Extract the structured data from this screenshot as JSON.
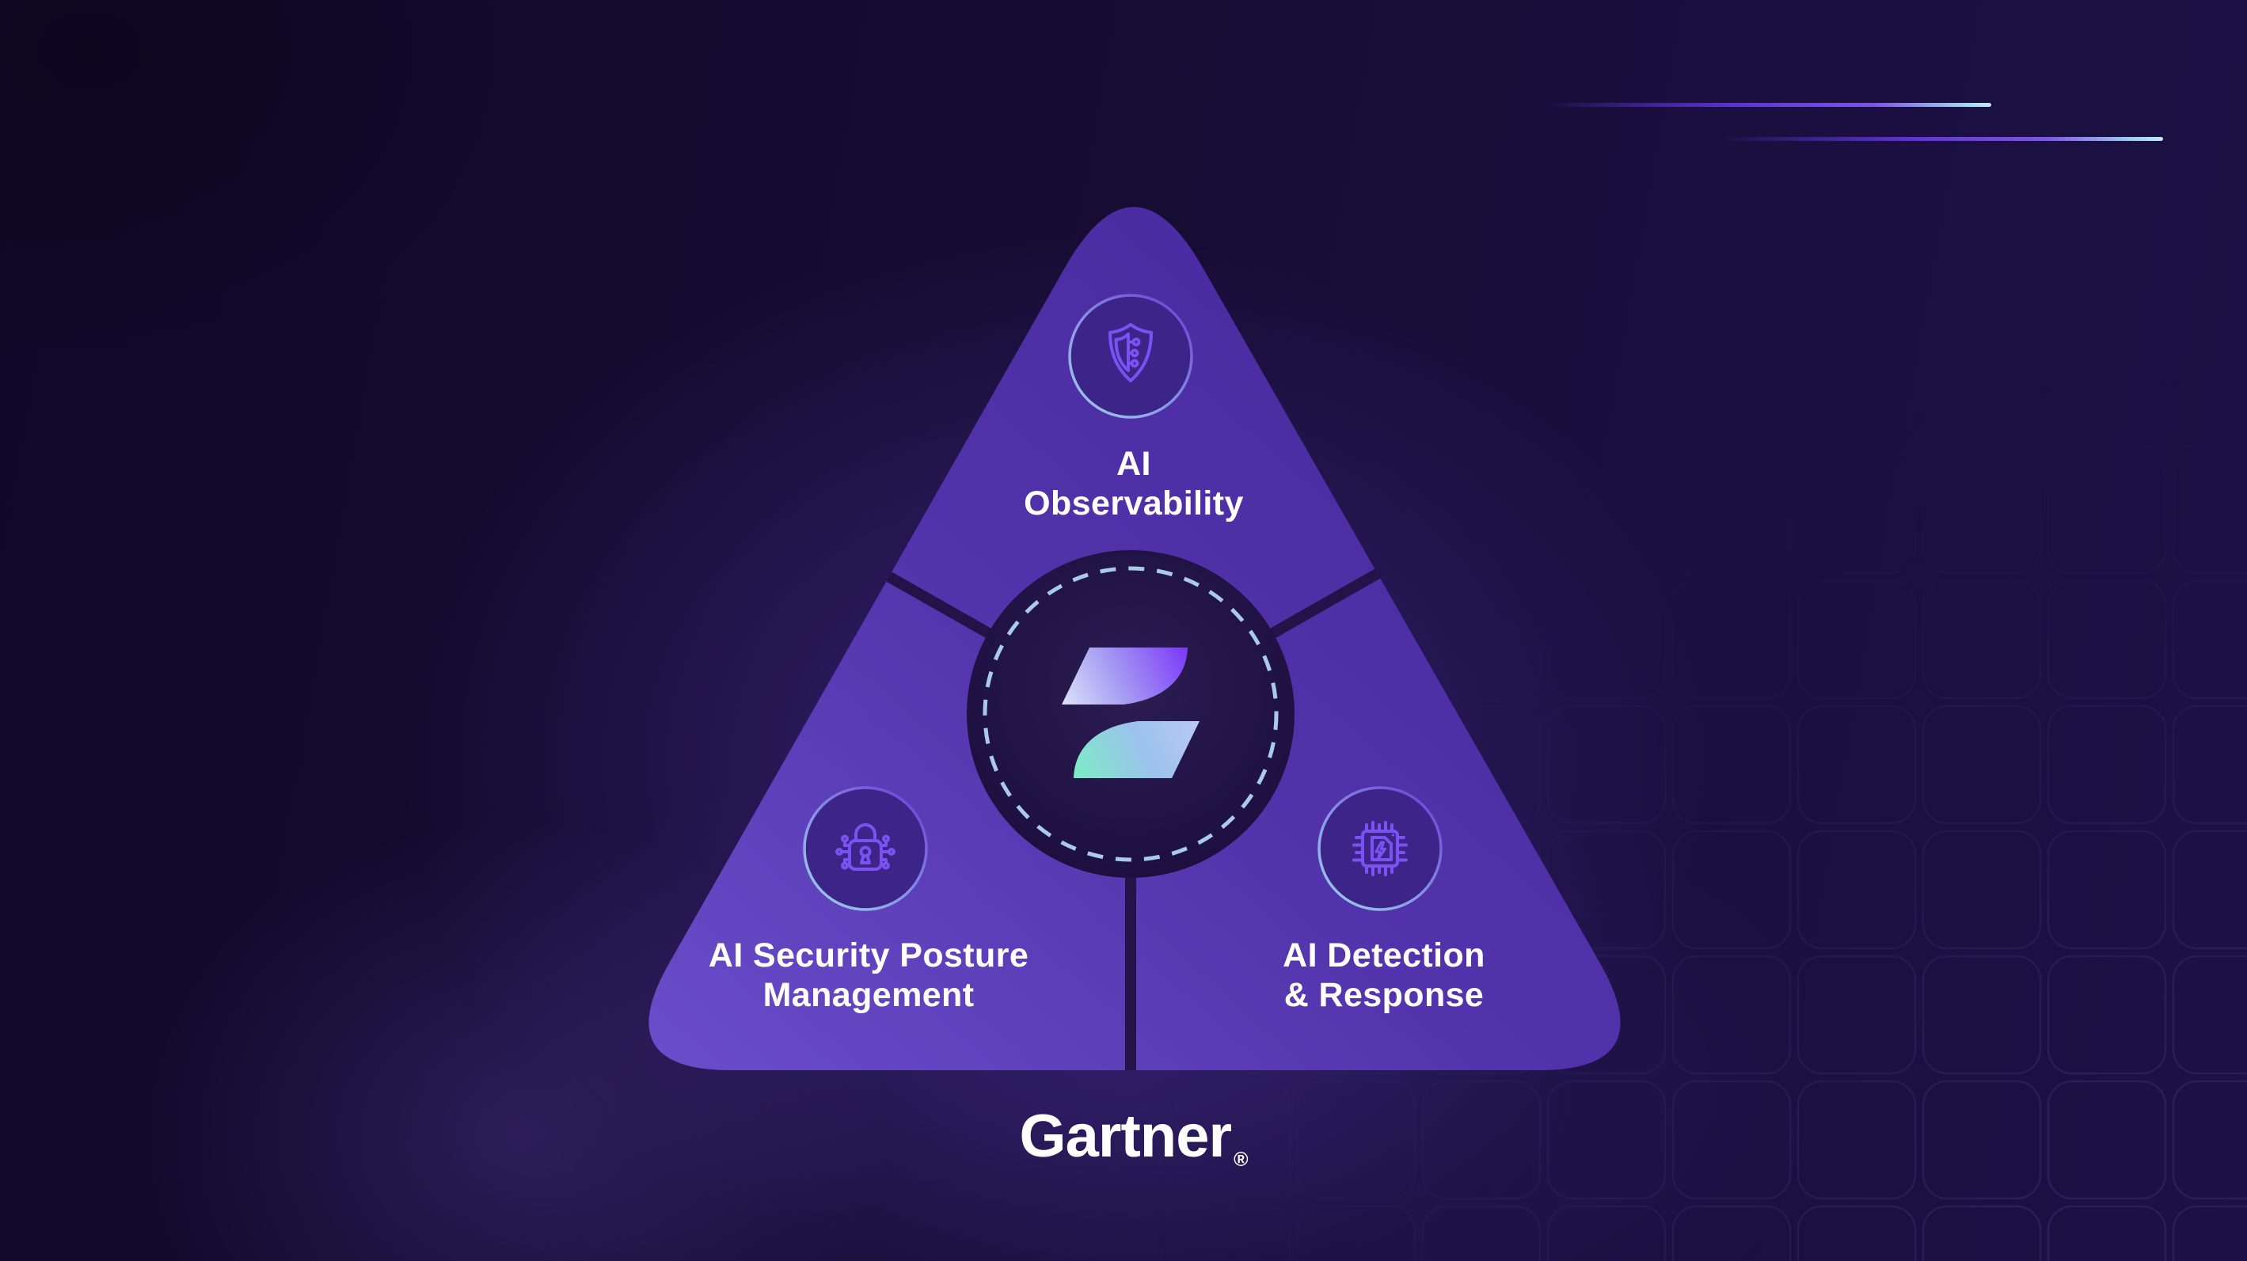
{
  "colors": {
    "background_base": "#150c32",
    "triangle_light": "#6447c6",
    "triangle_dark": "#45279a",
    "divider": "#241348",
    "hub_fill": "#1d1141",
    "hub_dash": "#a9cbe9",
    "icon_circle_fill": "#3c2489",
    "icon_stroke": "#7b51f2",
    "ring_blue": "#9cd2ea",
    "ring_purple": "#7048d8",
    "logo_purple": "#7c3bf7",
    "logo_periwinkle": "#d7def9",
    "logo_mint": "#7deac6",
    "label_text": "#ffffff",
    "streak_tip": "#bfe9f8"
  },
  "diagram": {
    "shape": "rounded-triangle",
    "center_hub": {
      "icon": "company-logo-mark"
    },
    "sections": [
      {
        "id": "ai-observability",
        "icon": "shield-circuit-icon",
        "label_line1": "AI",
        "label_line2": "Observability"
      },
      {
        "id": "ai-security-posture-management",
        "icon": "lock-circuit-icon",
        "label_line1": "AI Security Posture",
        "label_line2": "Management"
      },
      {
        "id": "ai-detection-response",
        "icon": "chip-bolt-icon",
        "label_line1": "AI Detection",
        "label_line2": "& Response"
      }
    ]
  },
  "footer": {
    "wordmark": "Gartner",
    "registered_mark": "®"
  }
}
